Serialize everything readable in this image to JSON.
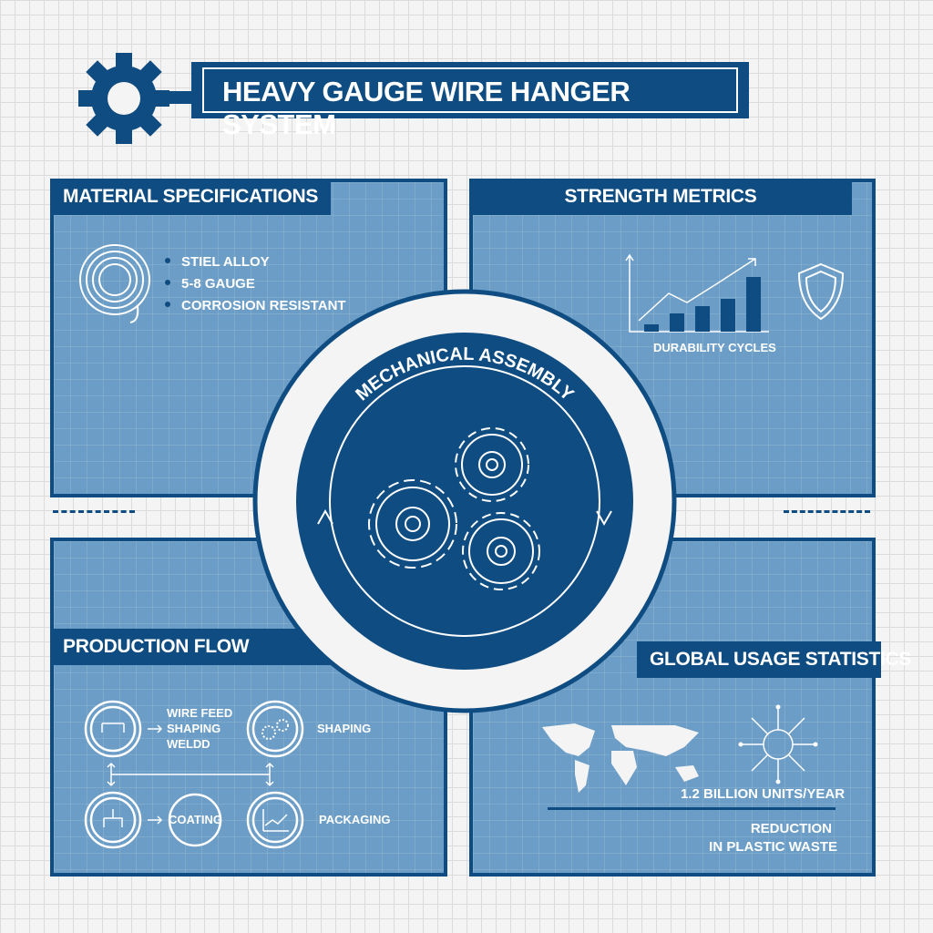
{
  "header": {
    "title": "HEAVY GAUGE WIRE HANGER SYSTEM",
    "icon": "gear-icon"
  },
  "colors": {
    "primary": "#0f4c81",
    "panel": "#6b9dc6",
    "background": "#f4f4f4"
  },
  "material": {
    "title": "MATERIAL SPECIFICATIONS",
    "items": [
      "STIEL ALLOY",
      "5-8 GAUGE",
      "CORROSION RESISTANT"
    ],
    "icon": "wire-coil-icon"
  },
  "strength": {
    "title": "STRENGTH METRICS",
    "chart_label": "DURABILITY CYCLES",
    "icon": "shield-icon"
  },
  "center": {
    "title": "MECHANICAL ASSEMBLY",
    "icon": "gears-icon"
  },
  "production": {
    "title": "PRODUCTION FLOW",
    "step1": [
      "WIRE FEED",
      "SHAPING",
      "WELDD"
    ],
    "step2": "SHAPING",
    "step3": "COATING",
    "step4": "PACKAGING"
  },
  "global": {
    "title": "GLOBAL USAGE STATISTICS",
    "stat": "1.2 BILLION UNITS/YEAR",
    "note_line1": "REDUCTION",
    "note_line2": "IN PLASTIC WASTE",
    "icons": [
      "world-map-icon",
      "globe-network-icon"
    ]
  }
}
